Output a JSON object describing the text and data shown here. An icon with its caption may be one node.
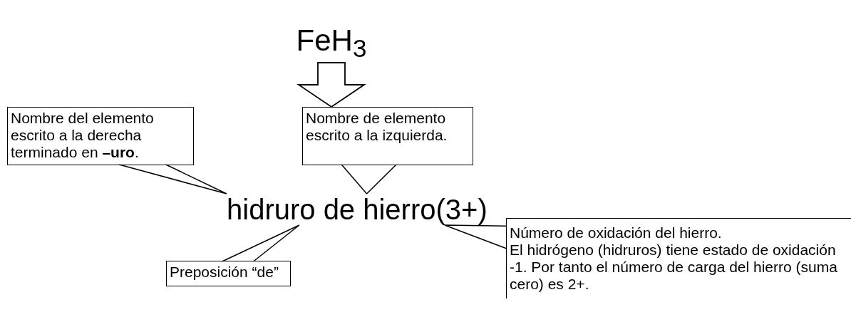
{
  "diagram": {
    "nodes": [
      {
        "text": [
          "FeH$_{3}$"
        ]
      },
      {
        "text": [
          "Nombre del elemento escrito a la derecha terminado en **–uro**."
        ]
      },
      {
        "text": [
          "Nombre de elemento escrito a la izquierda."
        ]
      },
      {
        "text": [
          "hidruro de hierro(3+)"
        ]
      },
      {
        "text": [
          "Preposición “de”"
        ]
      },
      {
        "text": [
          "Número de oxidación del hierro.",
          "El hidrógeno (hidruros) tiene estado de oxidación -1. Por tanto el número de carga del hierro (suma cero) es 2+."
        ]
      }
    ],
    "edges": [
      {
        "from": 0,
        "to": 2,
        "arrow": "to",
        "style": "thick"
      },
      {
        "from": 1,
        "to": 3,
        "arrow": "none"
      },
      {
        "from": 2,
        "to": 3,
        "arrow": "none"
      },
      {
        "from": 4,
        "to": 3,
        "arrow": "none"
      },
      {
        "from": 5,
        "to": 3,
        "arrow": "none"
      }
    ]
  }
}
